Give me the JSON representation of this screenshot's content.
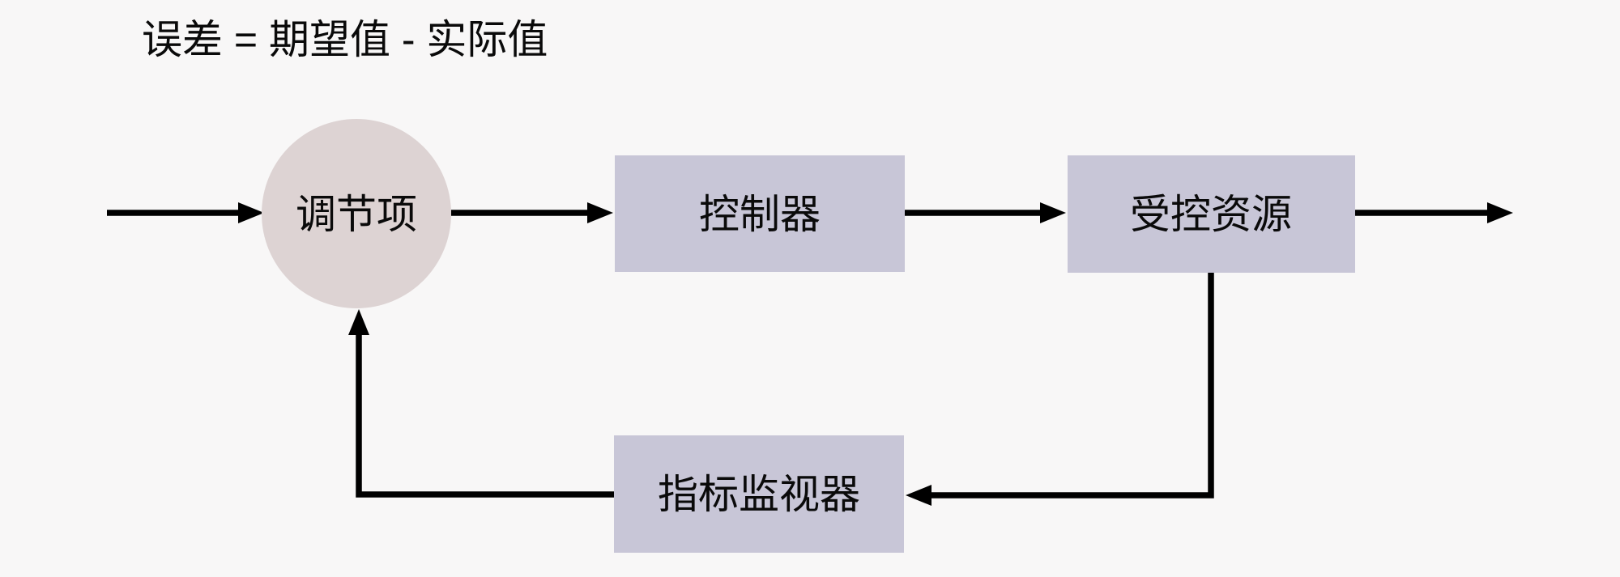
{
  "diagram": {
    "title": "误差 = 期望值 - 实际值",
    "nodes": {
      "adjuster": {
        "label": "调节项",
        "shape": "circle"
      },
      "controller": {
        "label": "控制器",
        "shape": "rect"
      },
      "resource": {
        "label": "受控资源",
        "shape": "rect"
      },
      "monitor": {
        "label": "指标监视器",
        "shape": "rect"
      }
    },
    "colors": {
      "background": "#f8f7f7",
      "circle_fill": "#ddd3d3",
      "box_fill": "#c8c6d7",
      "line": "#000000",
      "text": "#0a0a0a"
    }
  }
}
